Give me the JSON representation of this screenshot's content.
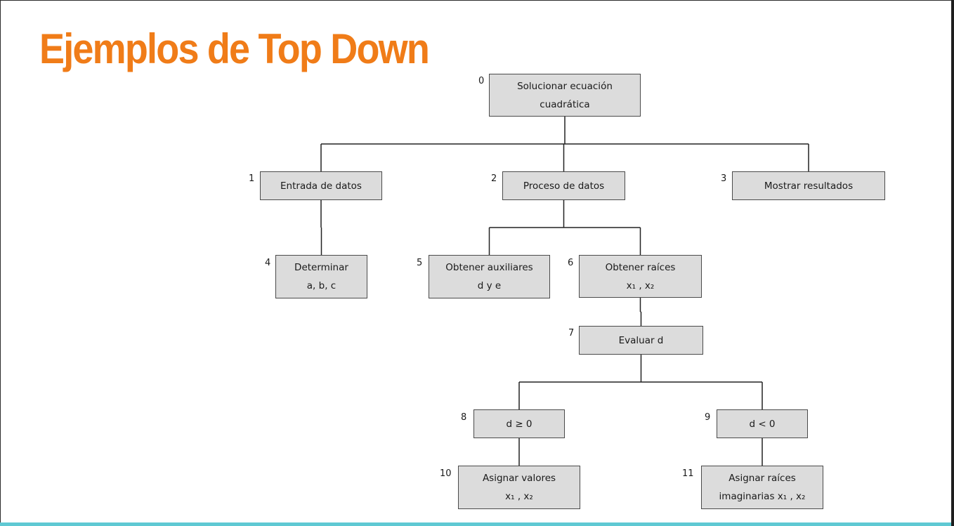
{
  "title": "Ejemplos de Top Down",
  "nodes": [
    {
      "num": "0",
      "lines": [
        "Solucionar ecuación",
        "cuadrática"
      ]
    },
    {
      "num": "1",
      "lines": [
        "Entrada de datos"
      ]
    },
    {
      "num": "2",
      "lines": [
        "Proceso de datos"
      ]
    },
    {
      "num": "3",
      "lines": [
        "Mostrar resultados"
      ]
    },
    {
      "num": "4",
      "lines": [
        "Determinar",
        "a, b, c"
      ]
    },
    {
      "num": "5",
      "lines": [
        "Obtener auxiliares",
        "d y e"
      ]
    },
    {
      "num": "6",
      "lines": [
        "Obtener raíces",
        "x₁ , x₂"
      ]
    },
    {
      "num": "7",
      "lines": [
        "Evaluar d"
      ]
    },
    {
      "num": "8",
      "lines": [
        "d ≥ 0"
      ]
    },
    {
      "num": "9",
      "lines": [
        "d < 0"
      ]
    },
    {
      "num": "10",
      "lines": [
        "Asignar valores",
        "x₁ , x₂"
      ]
    },
    {
      "num": "11",
      "lines": [
        "Asignar raíces",
        "imaginarias x₁ , x₂"
      ]
    }
  ],
  "edges": [
    [
      0,
      1
    ],
    [
      0,
      2
    ],
    [
      0,
      3
    ],
    [
      1,
      4
    ],
    [
      2,
      5
    ],
    [
      2,
      6
    ],
    [
      6,
      7
    ],
    [
      7,
      8
    ],
    [
      7,
      9
    ],
    [
      8,
      10
    ],
    [
      9,
      11
    ]
  ],
  "colors": {
    "title": "#f07c18",
    "box_fill": "#dcdcdc",
    "box_border": "#4a4a4a",
    "line": "#222222",
    "accent_bar": "#5fc9d3"
  }
}
